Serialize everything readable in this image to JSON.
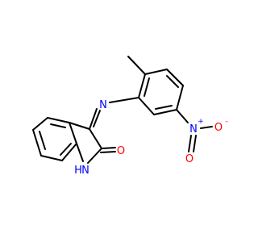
{
  "molecule": {
    "atoms": {
      "imine_n": {
        "text": "N",
        "color": "#0000ff"
      },
      "nitro_n": {
        "text": "N",
        "charge": "+",
        "color": "#0000ff"
      },
      "nitro_o_minus": {
        "text": "O",
        "charge": "-",
        "color": "#ff0000"
      },
      "nitro_o_double": {
        "text": "O",
        "color": "#ff0000"
      },
      "carbonyl_o": {
        "text": "O",
        "color": "#ff0000"
      },
      "lactam_n": {
        "text": "N",
        "color": "#0000ff"
      },
      "lactam_h": {
        "text": "H",
        "color": "#0000ff"
      }
    },
    "colors": {
      "bond": "#000000",
      "nitrogen": "#0000ff",
      "oxygen": "#ff0000"
    }
  }
}
